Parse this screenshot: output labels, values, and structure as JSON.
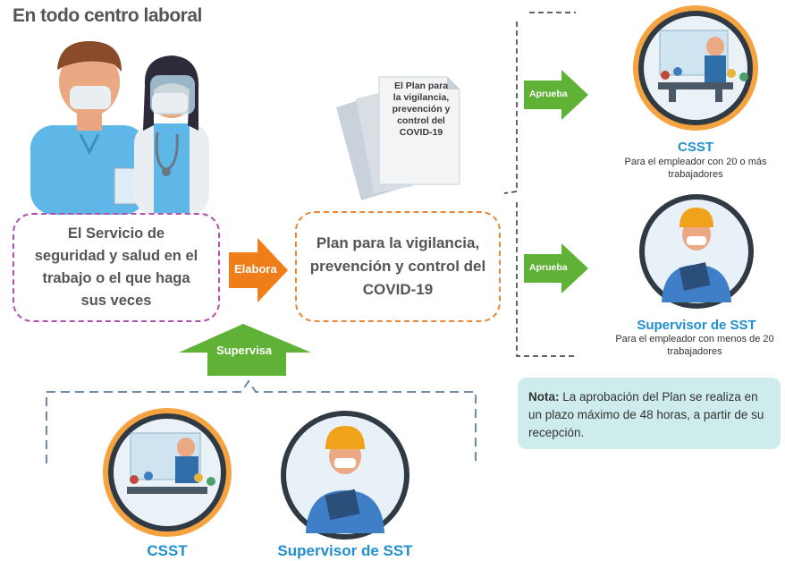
{
  "title": "En todo centro laboral",
  "servicio_box": {
    "line1": "El Servicio de",
    "line2": "seguridad y salud en el",
    "line3": "trabajo o el que haga",
    "line4": "sus veces"
  },
  "plan_box": {
    "line1": "Plan para la vigilancia,",
    "line2": "prevención y control del",
    "line3": "COVID-19"
  },
  "document": {
    "line1": "El Plan para",
    "line2": "la vigilancia,",
    "line3": "prevención y",
    "line4": "control del",
    "line5": "COVID-19"
  },
  "arrows": {
    "elabora": "Elabora",
    "supervisa": "Supervisa",
    "aprueba": "Aprueba"
  },
  "csst_top": {
    "title": "CSST",
    "line1": "Para el empleador con  20 o más",
    "line2": "trabajadores"
  },
  "sst_right": {
    "title": "Supervisor de SST",
    "line1": "Para el empleador con menos de 20",
    "line2": "trabajadores"
  },
  "nota": {
    "label": "Nota:",
    "text": " La aprobación del Plan se realiza en un plazo máximo de 48 horas, a partir de su recepción."
  },
  "bottom": {
    "csst": "CSST",
    "sst": "Supervisor de SST"
  },
  "colors": {
    "green": "#5fb236",
    "orange": "#ef7d1a",
    "blue": "#1f8fcf",
    "purple": "#b34fb0",
    "teal_bg": "#cfecec"
  }
}
